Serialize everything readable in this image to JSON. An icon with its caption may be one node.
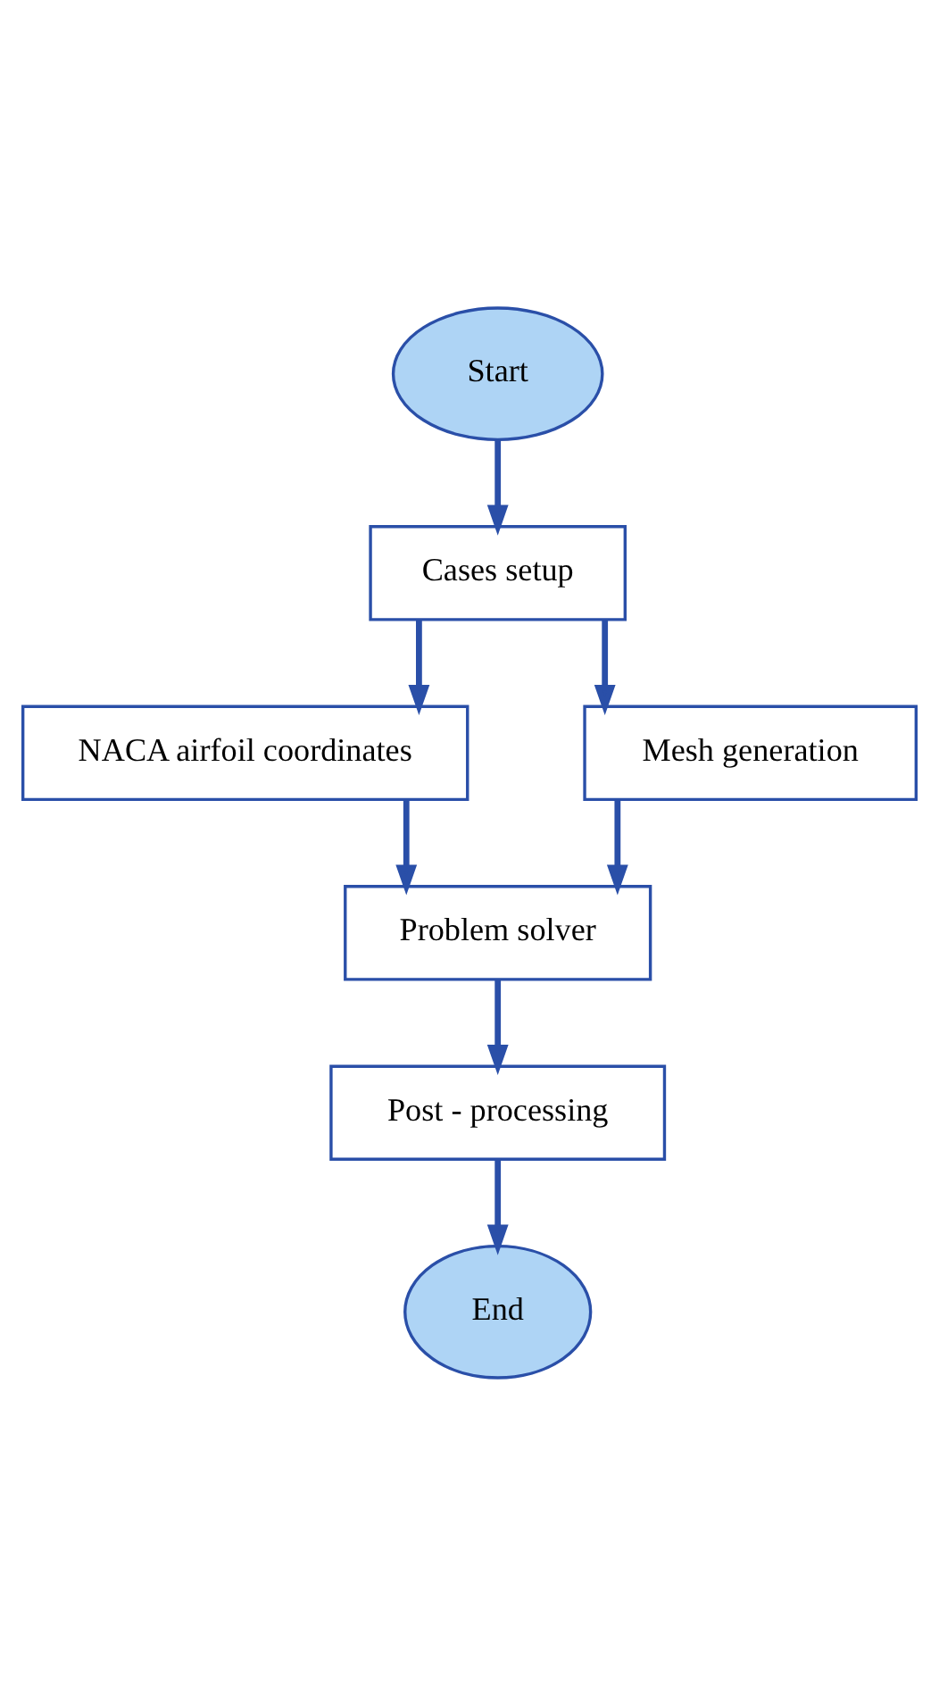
{
  "diagram": {
    "nodes": [
      {
        "text": [
          "Start"
        ]
      },
      {
        "text": [
          "Cases setup"
        ]
      },
      {
        "text": [
          "NACA airfoil coordinates"
        ]
      },
      {
        "text": [
          "Mesh generation"
        ]
      },
      {
        "text": [
          "Problem solver"
        ]
      },
      {
        "text": [
          "Post - processing"
        ]
      },
      {
        "text": [
          "End"
        ]
      }
    ],
    "edges": [
      {
        "from": 0,
        "to": 1,
        "arrow": "to"
      },
      {
        "from": 1,
        "to": 2,
        "arrow": "to"
      },
      {
        "from": 1,
        "to": 3,
        "arrow": "to"
      },
      {
        "from": 2,
        "to": 4,
        "arrow": "to"
      },
      {
        "from": 3,
        "to": 4,
        "arrow": "to"
      },
      {
        "from": 4,
        "to": 5,
        "arrow": "to"
      },
      {
        "from": 5,
        "to": 6,
        "arrow": "to"
      }
    ]
  }
}
